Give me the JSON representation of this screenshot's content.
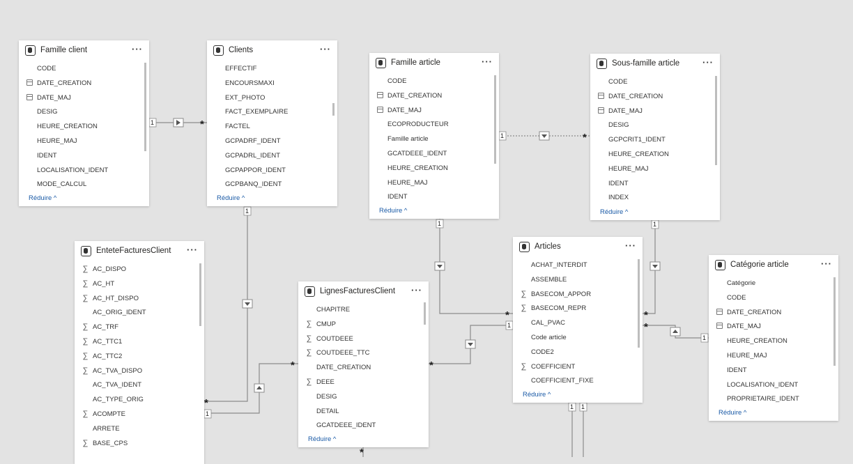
{
  "tables": [
    {
      "key": "famille_client",
      "title": "Famille client",
      "footer": "Réduire ^",
      "fields": [
        {
          "name": "CODE",
          "icon": ""
        },
        {
          "name": "DATE_CREATION",
          "icon": "calendar-icon"
        },
        {
          "name": "DATE_MAJ",
          "icon": "calendar-icon"
        },
        {
          "name": "DESIG",
          "icon": ""
        },
        {
          "name": "HEURE_CREATION",
          "icon": ""
        },
        {
          "name": "HEURE_MAJ",
          "icon": ""
        },
        {
          "name": "IDENT",
          "icon": ""
        },
        {
          "name": "LOCALISATION_IDENT",
          "icon": ""
        },
        {
          "name": "MODE_CALCUL",
          "icon": ""
        }
      ]
    },
    {
      "key": "clients",
      "title": "Clients",
      "footer": "Réduire ^",
      "fields": [
        {
          "name": "EFFECTIF",
          "icon": ""
        },
        {
          "name": "ENCOURSMAXI",
          "icon": ""
        },
        {
          "name": "EXT_PHOTO",
          "icon": ""
        },
        {
          "name": "FACT_EXEMPLAIRE",
          "icon": ""
        },
        {
          "name": "FACTEL",
          "icon": ""
        },
        {
          "name": "GCPADRF_IDENT",
          "icon": ""
        },
        {
          "name": "GCPADRL_IDENT",
          "icon": ""
        },
        {
          "name": "GCPAPPOR_IDENT",
          "icon": ""
        },
        {
          "name": "GCPBANQ_IDENT",
          "icon": ""
        }
      ]
    },
    {
      "key": "famille_article",
      "title": "Famille article",
      "footer": "Réduire ^",
      "fields": [
        {
          "name": "CODE",
          "icon": ""
        },
        {
          "name": "DATE_CREATION",
          "icon": "calendar-icon"
        },
        {
          "name": "DATE_MAJ",
          "icon": "calendar-icon"
        },
        {
          "name": "ECOPRODUCTEUR",
          "icon": ""
        },
        {
          "name": "Famille article",
          "icon": ""
        },
        {
          "name": "GCATDEEE_IDENT",
          "icon": ""
        },
        {
          "name": "HEURE_CREATION",
          "icon": ""
        },
        {
          "name": "HEURE_MAJ",
          "icon": ""
        },
        {
          "name": "IDENT",
          "icon": ""
        }
      ]
    },
    {
      "key": "sous_famille_article",
      "title": "Sous-famille article",
      "footer": "Réduire ^",
      "fields": [
        {
          "name": "CODE",
          "icon": ""
        },
        {
          "name": "DATE_CREATION",
          "icon": "calendar-icon"
        },
        {
          "name": "DATE_MAJ",
          "icon": "calendar-icon"
        },
        {
          "name": "DESIG",
          "icon": ""
        },
        {
          "name": "GCPCRIT1_IDENT",
          "icon": ""
        },
        {
          "name": "HEURE_CREATION",
          "icon": ""
        },
        {
          "name": "HEURE_MAJ",
          "icon": ""
        },
        {
          "name": "IDENT",
          "icon": ""
        },
        {
          "name": "INDEX",
          "icon": ""
        }
      ]
    },
    {
      "key": "entete_factures_client",
      "title": "EnteteFacturesClient",
      "footer": "",
      "fields": [
        {
          "name": "AC_DISPO",
          "icon": "sigma-icon"
        },
        {
          "name": "AC_HT",
          "icon": "sigma-icon"
        },
        {
          "name": "AC_HT_DISPO",
          "icon": "sigma-icon"
        },
        {
          "name": "AC_ORIG_IDENT",
          "icon": ""
        },
        {
          "name": "AC_TRF",
          "icon": "sigma-icon"
        },
        {
          "name": "AC_TTC1",
          "icon": "sigma-icon"
        },
        {
          "name": "AC_TTC2",
          "icon": "sigma-icon"
        },
        {
          "name": "AC_TVA_DISPO",
          "icon": "sigma-icon"
        },
        {
          "name": "AC_TVA_IDENT",
          "icon": ""
        },
        {
          "name": "AC_TYPE_ORIG",
          "icon": ""
        },
        {
          "name": "ACOMPTE",
          "icon": "sigma-icon"
        },
        {
          "name": "ARRETE",
          "icon": ""
        },
        {
          "name": "BASE_CPS",
          "icon": "sigma-icon"
        }
      ]
    },
    {
      "key": "lignes_factures_client",
      "title": "LignesFacturesClient",
      "footer": "Réduire ^",
      "fields": [
        {
          "name": "CHAPITRE",
          "icon": ""
        },
        {
          "name": "CMUP",
          "icon": "sigma-icon"
        },
        {
          "name": "COUTDEEE",
          "icon": "sigma-icon"
        },
        {
          "name": "COUTDEEE_TTC",
          "icon": "sigma-icon"
        },
        {
          "name": "DATE_CREATION",
          "icon": ""
        },
        {
          "name": "DEEE",
          "icon": "sigma-icon"
        },
        {
          "name": "DESIG",
          "icon": ""
        },
        {
          "name": "DETAIL",
          "icon": ""
        },
        {
          "name": "GCATDEEE_IDENT",
          "icon": ""
        }
      ]
    },
    {
      "key": "articles",
      "title": "Articles",
      "footer": "Réduire ^",
      "fields": [
        {
          "name": "ACHAT_INTERDIT",
          "icon": ""
        },
        {
          "name": "ASSEMBLE",
          "icon": ""
        },
        {
          "name": "BASECOM_APPOR",
          "icon": "sigma-icon"
        },
        {
          "name": "BASECOM_REPR",
          "icon": "sigma-icon"
        },
        {
          "name": "CAL_PVAC",
          "icon": ""
        },
        {
          "name": "Code article",
          "icon": ""
        },
        {
          "name": "CODE2",
          "icon": ""
        },
        {
          "name": "COEFFICIENT",
          "icon": "sigma-icon"
        },
        {
          "name": "COEFFICIENT_FIXE",
          "icon": ""
        }
      ]
    },
    {
      "key": "categorie_article",
      "title": "Catégorie article",
      "footer": "Réduire ^",
      "fields": [
        {
          "name": "Catégorie",
          "icon": ""
        },
        {
          "name": "CODE",
          "icon": ""
        },
        {
          "name": "DATE_CREATION",
          "icon": "calendar-icon"
        },
        {
          "name": "DATE_MAJ",
          "icon": "calendar-icon"
        },
        {
          "name": "HEURE_CREATION",
          "icon": ""
        },
        {
          "name": "HEURE_MAJ",
          "icon": ""
        },
        {
          "name": "IDENT",
          "icon": ""
        },
        {
          "name": "LOCALISATION_IDENT",
          "icon": ""
        },
        {
          "name": "PROPRIETAIRE_IDENT",
          "icon": ""
        }
      ]
    }
  ],
  "more_label": "···",
  "cardinality": {
    "one": "1",
    "many": "*"
  },
  "colors": {
    "line": "#8a8a8a",
    "background": "#e3e3e3",
    "card": "#ffffff",
    "link": "#1a5aa6"
  }
}
